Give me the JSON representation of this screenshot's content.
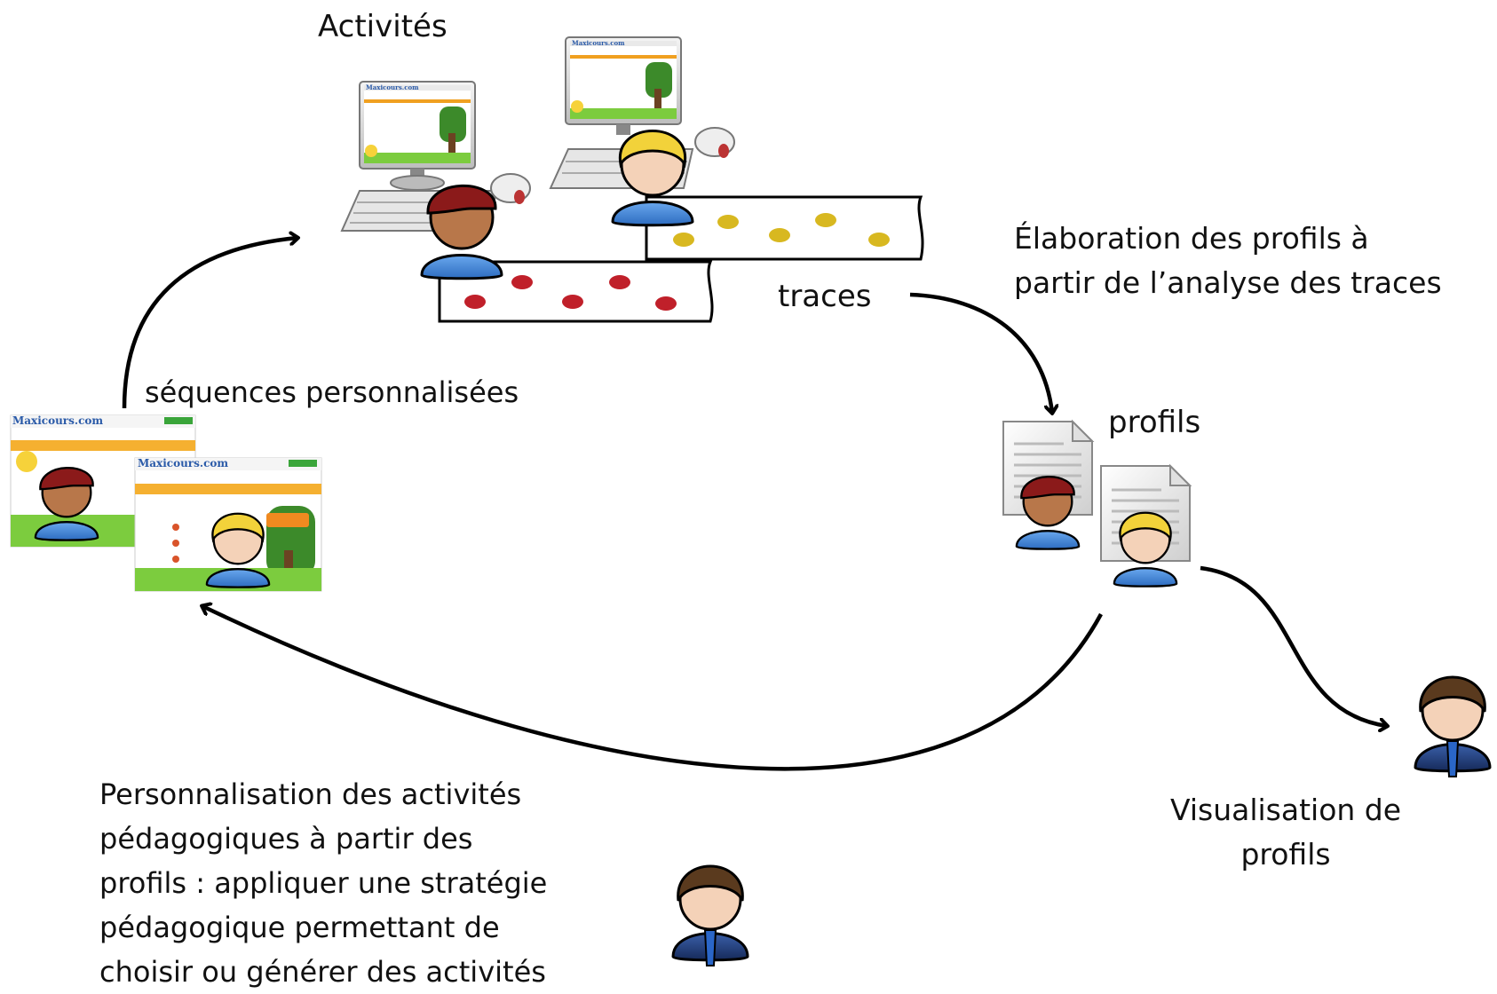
{
  "labels": {
    "activites": "Activités",
    "traces": "traces",
    "elaboration": "Élaboration des profils à\npartir de l’analyse des traces",
    "profils": "profils",
    "sequences": "séquences personnalisées",
    "personnalisation": "Personnalisation des activités\npédagogiques à partir des\nprofils : appliquer une stratégie\npédagogique permettant de\nchoisir ou générer des activités",
    "visualisation": "Visualisation de\nprofils"
  },
  "screen_logo": "Maxicours.com",
  "colors": {
    "red_foot": "#c0202a",
    "yellow_foot": "#d8b820",
    "shirt_blue": "#3d86d8",
    "teacher_blue": "#1f3b78",
    "cap_red": "#8b1a1a",
    "hair_blond": "#f2d23a",
    "hair_brown": "#5a3a1e"
  },
  "icons": [
    "computer-icon",
    "student-cap-icon",
    "student-blond-icon",
    "footprint-strip-icon",
    "document-icon",
    "teacher-icon",
    "arrow-icon"
  ]
}
